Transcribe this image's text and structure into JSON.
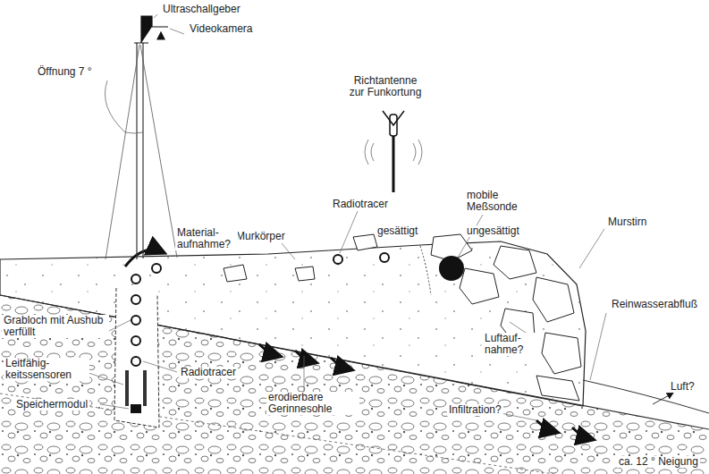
{
  "diagram": {
    "labels": [
      "Ultraschallgeber",
      "Videokamera",
      "Öffnung 7 °",
      "Richtantenne zur Funkortung",
      "Radiotracer",
      "mobile Meßsonde",
      "Murkörper",
      "gesättigt",
      "ungesättigt",
      "Murstirn",
      "Material- aufnahme?",
      "Luftauf- nahme?",
      "Reinwasserabfluß",
      "Grabloch mit Aushub verfüllt",
      "Leitfähig- keitssensoren",
      "Radiotracer",
      "Speichermodul",
      "erodierbare Gerinnesohle",
      "Infiltration?",
      "Luft?",
      "ca. 12 ° Neigung"
    ]
  }
}
